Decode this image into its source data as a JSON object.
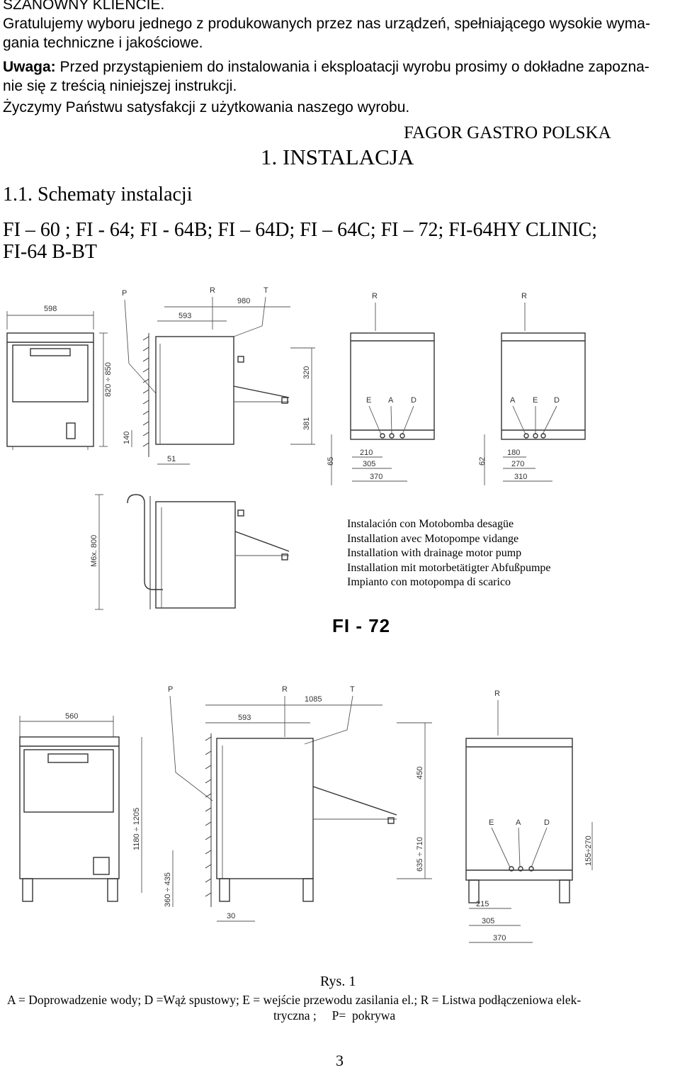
{
  "intro": {
    "greeting": "SZANOWNY KLIENCIE.",
    "line1": "Gratulujemy wyboru jednego z produkowanych przez nas urządzeń, spełniającego wysokie wyma-",
    "line2": "gania techniczne i jakościowe.",
    "warning_label": "Uwaga:",
    "warning_line1": " Przed przystąpieniem do instalowania i eksploatacji wyrobu prosimy o dokładne zapozna-",
    "warning_line2": "nie się z treścią niniejszej instrukcji.",
    "wish": "Życzymy Państwu satysfakcji z użytkowania naszego wyrobu.",
    "company": "FAGOR GASTRO POLSKA"
  },
  "section": {
    "title": "1. INSTALACJA",
    "subtitle": "1.1. Schematy instalacji",
    "models_line1": "FI – 60 ; FI - 64; FI - 64B; FI – 64D; FI – 64C; FI – 72; FI-64HY CLINIC;",
    "models_line2": "FI-64 B-BT"
  },
  "diagram_top": {
    "dims": {
      "width_front": "598",
      "depth_total": "980",
      "depth_inner": "593",
      "height_range": "820 ÷ 850",
      "top_offset": "320",
      "drain_height": "381",
      "leg_gap": "140",
      "leg_width": "51",
      "right1_h": "65",
      "right1_a": "210",
      "right1_b": "305",
      "right1_c": "370",
      "right2_h": "62",
      "right2_a": "180",
      "right2_b": "270",
      "right2_c": "310"
    },
    "letters": {
      "p": "P",
      "r": "R",
      "t": "T",
      "e": "E",
      "a": "A",
      "d": "D"
    }
  },
  "pump": {
    "dim": "M6x. 800",
    "lines": [
      "Instalación con Motobomba desagüe",
      "Installation avec Motopompe vidange",
      "Installation with drainage motor pump",
      "Installation mit motorbetätigter Abfußpumpe",
      "Impianto con motopompa di scarico"
    ],
    "model": "FI - 72"
  },
  "diagram_bottom": {
    "dims": {
      "width_front": "560",
      "depth_total": "1085",
      "depth_inner": "593",
      "height_range": "1180 ÷ 1205",
      "leg_range": "360 ÷ 435",
      "drain_height": "635 ÷ 710",
      "top_offset": "450",
      "leg_width": "30",
      "right_h": "155÷270",
      "right_a": "215",
      "right_b": "305",
      "right_c": "370"
    }
  },
  "caption": {
    "figure": "Rys. 1",
    "legend_line1": "A = Doprowadzenie wody;  D =Wąż spustowy;  E = wejście przewodu  zasilania el.;  R = Listwa podłączeniowa elek-",
    "legend_line2": "tryczna ;     P=  pokrywa"
  },
  "page_number": "3"
}
